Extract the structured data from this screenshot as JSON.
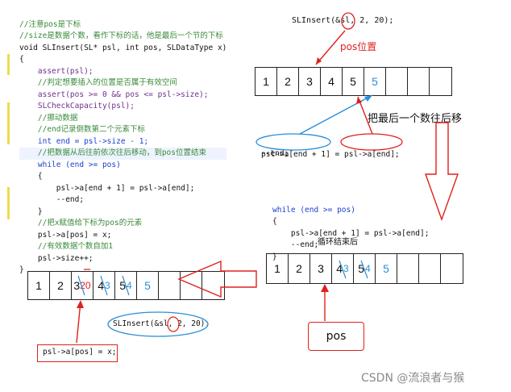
{
  "code_left": {
    "lines": [
      "//注意pos是下标",
      "//size是数据个数，看作下标的话，他是最后一个节的下标",
      "void SLInsert(SL* psl, int pos, SLDataType x)",
      "{",
      "    assert(psl);",
      "    //判定想要插入的位置是否属于有效空间",
      "    assert(pos >= 0 && pos <= psl->size);",
      "    SLCheckCapacity(psl);",
      "",
      "    //挪动数据",
      "    //end记录倒数第二个元素下标",
      "    int end = psl->size - 1;",
      "    //把数据从后往前依次往后移动，到pos位置结束",
      "    while (end >= pos)",
      "    {",
      "        psl->a[end + 1] = psl->a[end];",
      "        --end;",
      "    }",
      "    //把x赋值给下标为pos的元素",
      "    psl->a[pos] = x;",
      "    //有效数据个数自加1",
      "    psl->size++;",
      "}"
    ]
  },
  "top_right": {
    "call": "SLInsert(&sl, 2, 20);",
    "pos_label": "pos位置",
    "cells": [
      "1",
      "2",
      "3",
      "4",
      "5",
      "5"
    ],
    "move_label": "把最后一个数往后移",
    "assign_expr_left": "psl->a[end + 1]",
    "assign_eq": "=",
    "assign_expr_right": "psl->a[end];",
    "dec_line": "--end;"
  },
  "mid_right": {
    "code_lines": [
      "while (end >= pos)",
      "{",
      "    psl->a[end + 1] = psl->a[end];",
      "    --end;",
      "}"
    ],
    "after_loop_label": "循环结束后",
    "cells": [
      "1",
      "2",
      "3",
      "4",
      "5",
      "",
      "",
      "",
      ""
    ],
    "overlay_blue": [
      "",
      "",
      "",
      "3",
      "4",
      "5",
      "",
      "",
      ""
    ],
    "pos_box": "pos"
  },
  "bottom_left": {
    "cells": [
      "1",
      "2",
      "3",
      "4",
      "5",
      "5",
      "",
      "",
      ""
    ],
    "cell3_red": "20",
    "overlay_blue": [
      "",
      "",
      "",
      "3",
      "4",
      "5",
      "",
      "",
      ""
    ],
    "call": "SLInsert(&sl, 2, 20);",
    "assign_line": "psl->a[pos] = x;"
  },
  "watermark": "CSDN @流浪者与猴",
  "colors": {
    "red": "#e0201b",
    "blue": "#2a8fd8",
    "comment": "#3a8a3a",
    "keyword": "#1b3fcf"
  }
}
